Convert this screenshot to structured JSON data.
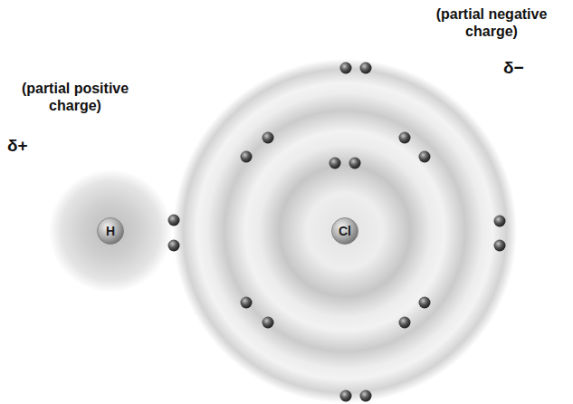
{
  "diagram": {
    "nodes": [
      {
        "text": [
          "H"
        ]
      },
      {
        "text": [
          "Cl"
        ]
      }
    ],
    "labels": [
      "(partial positive charge)",
      "δ+",
      "(partial negative charge)",
      "δ−"
    ]
  }
}
